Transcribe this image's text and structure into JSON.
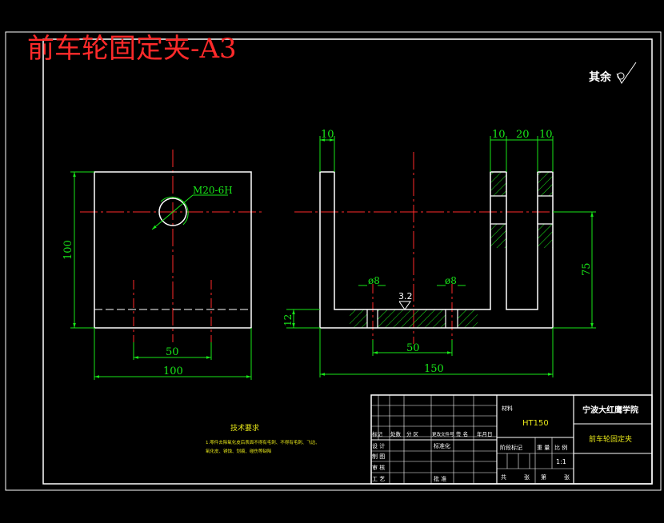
{
  "title": "前车轮固定夹-A3",
  "roughness_note": "其余",
  "front_view": {
    "thread_label": "M20-6H",
    "dim_height": "100",
    "dim_width": "100",
    "dim_hole_spacing": "50"
  },
  "side_view": {
    "dim_left_wall": "10",
    "dim_right_wall_a": "10",
    "dim_slot": "20",
    "dim_right_wall_b": "10",
    "dim_hole_left": "ø8",
    "dim_hole_right": "ø8",
    "roughness_value": "3.2",
    "dim_base": "12",
    "dim_hole_spacing": "50",
    "dim_total_width": "150",
    "dim_height": "75"
  },
  "tech_requirements": {
    "title": "技术要求",
    "line1": "1.零件去除氧化皮后表面不得有毛刺、不得有毛刺、飞边、",
    "line2": "氧化皮、锈蚀、划痕、碰伤等缺陷"
  },
  "title_block": {
    "material_label": "材料",
    "material_value": "HT150",
    "school": "宁波大红鹰学院",
    "part_name": "前车轮固定夹",
    "h_mark": "标记",
    "h_count": "处数",
    "h_zone": "分 区",
    "h_docno": "更改文件号",
    "h_sign": "签 名",
    "h_date": "年月日",
    "r_design": "设 计",
    "r_standard": "标准化",
    "r_drafting": "制 图",
    "r_review": "审 核",
    "r_process": "工 艺",
    "r_approve": "批 准",
    "h_stage": "阶段标记",
    "h_weight": "重 量",
    "h_scale": "比 例",
    "scale_value": "1:1",
    "f_total": "共",
    "f_sheet": "张",
    "f_no": "第",
    "f_sheet2": "张"
  },
  "colors": {
    "background": "#000000",
    "outline": "#ffffff",
    "dimension": "#19e619",
    "centerline": "#ff2a2a",
    "title_red": "#ff2a2a",
    "tech_text": "#e6e619"
  }
}
